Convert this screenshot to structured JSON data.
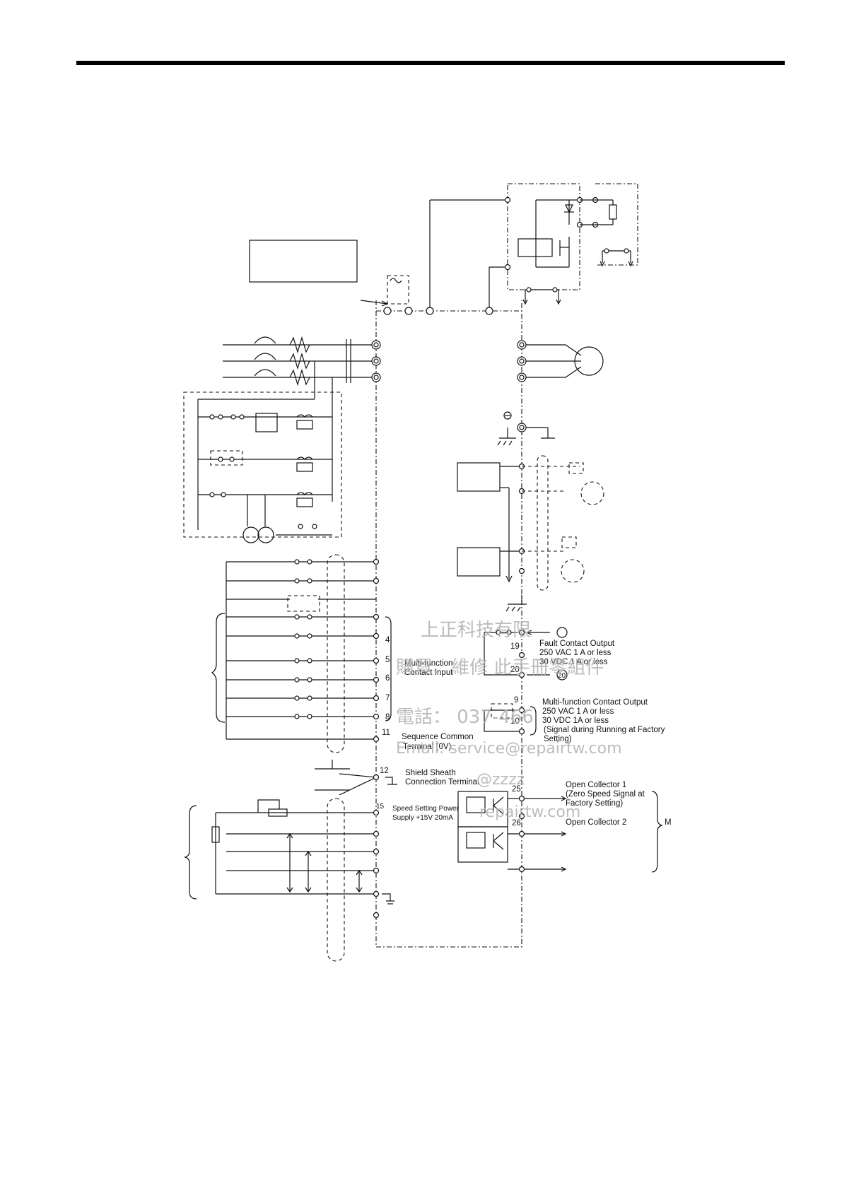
{
  "terminal_numbers": {
    "t4": "4",
    "t5": "5",
    "t6": "6",
    "t7": "7",
    "t8": "8",
    "t9": "9",
    "t10": "10",
    "t11": "11",
    "t12": "12",
    "t15": "15",
    "t19": "19",
    "t20": "20",
    "t20_circle": "20",
    "t25": "25",
    "t26": "26"
  },
  "labels": {
    "multi_function_input": [
      "Multi-function",
      "Contact Input"
    ],
    "fault_output": [
      "Fault Contact Output",
      "250 VAC  1 A or less",
      "30 VDC  1 A or less"
    ],
    "multi_function_output": [
      "Multi-function Contact Output",
      "250 VAC  1 A or less",
      "30 VDC  1A or less",
      "(Signal during Running at Factory",
      "Setting)"
    ],
    "sequence_common": [
      "Sequence Common",
      "Terminal (0V)"
    ],
    "shield_sheath": [
      "Shield Sheath",
      "Connection Terminal"
    ],
    "speed_setting_power": [
      "Speed Setting Power",
      "Supply +15V  20mA"
    ],
    "open_collector_1": [
      "Open Collector 1",
      "(Zero Speed Signal at",
      "Factory Setting)"
    ],
    "open_collector_2": "Open Collector 2",
    "brace_m": "M"
  },
  "watermark": {
    "line1": "上正科技有限",
    "line2": "購買、維修 此手冊零組件",
    "line3": "電話：   037-466",
    "line4": "Email:    service@repairtw.com",
    "line5": "@zzzz",
    "line6": "repairtw.com"
  }
}
